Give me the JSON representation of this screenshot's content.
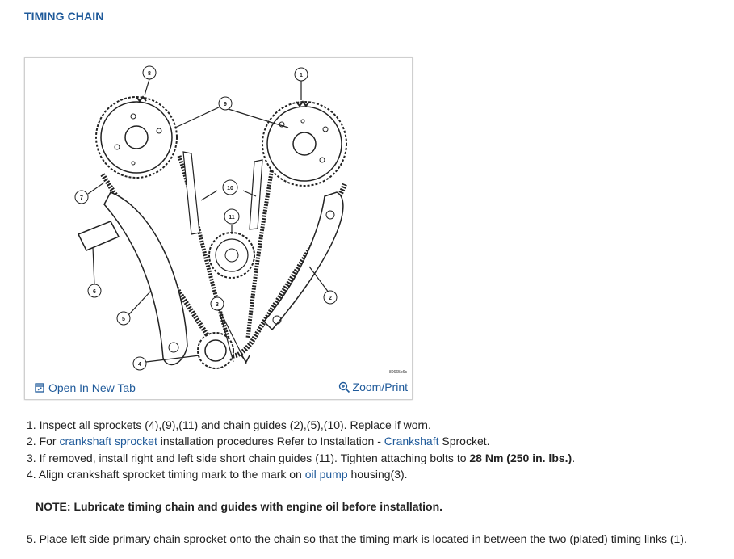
{
  "header": {
    "title": "TIMING CHAIN"
  },
  "figure": {
    "image_id": "80665b6c",
    "callouts": [
      "1",
      "2",
      "3",
      "4",
      "5",
      "6",
      "7",
      "8",
      "9",
      "10",
      "11"
    ],
    "open_tab_label": "Open In New Tab",
    "zoom_label": "Zoom/Print",
    "icons": {
      "open_tab": "external-window-icon",
      "zoom": "magnifier-plus-icon"
    }
  },
  "steps": {
    "s1": {
      "text": "1. Inspect all sprockets (4),(9),(11) and chain guides (2),(5),(10). Replace if worn."
    },
    "s2": {
      "pre": "2. For ",
      "link1": "crankshaft sprocket",
      "mid": " installation procedures Refer to Installation - ",
      "link2": "Crankshaft",
      "post": " Sprocket."
    },
    "s3": {
      "pre": "3. If removed, install right and left side short chain guides (11). Tighten attaching bolts to ",
      "bold": "28 Nm (250 in. lbs.)",
      "post": "."
    },
    "s4": {
      "pre": "4. Align crankshaft sprocket timing mark to the mark on ",
      "link": "oil pump",
      "post": " housing(3)."
    },
    "note": "NOTE: Lubricate timing chain and guides with engine oil before installation.",
    "s5": "5. Place left side primary chain sprocket onto the chain so that the timing mark is located in between the two (plated) timing links (1)."
  },
  "colors": {
    "link": "#1f5a9a",
    "title": "#1f5a9a",
    "text": "#222222"
  }
}
